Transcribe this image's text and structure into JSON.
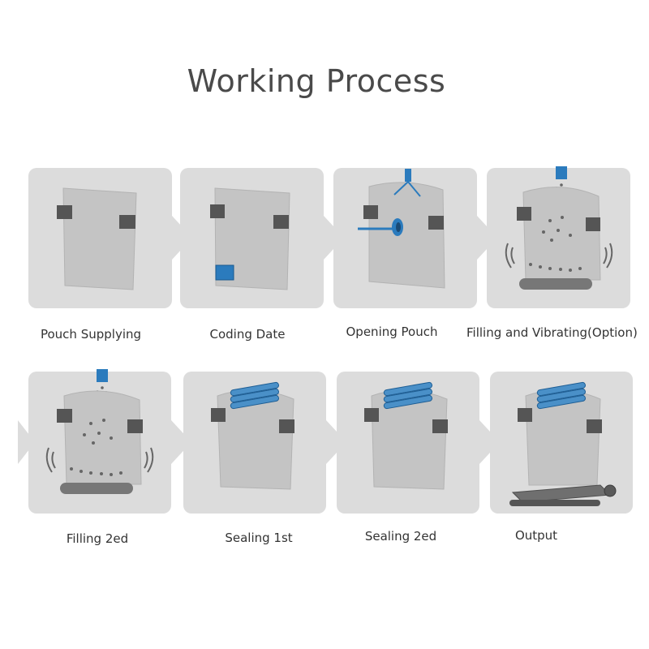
{
  "title": "Working Process",
  "colors": {
    "panel": "#dcdcdc",
    "pouch": "#c4c4c4",
    "clip": "#555555",
    "accent": "#2b7bbd"
  },
  "steps": [
    {
      "label": "Pouch Supplying",
      "icon": "flat-pouch-icon"
    },
    {
      "label": "Coding Date",
      "icon": "date-coder-icon"
    },
    {
      "label": "Opening Pouch",
      "icon": "suction-opener-icon"
    },
    {
      "label": "Filling and Vibrating(Option)",
      "icon": "filling-vibrating-icon"
    },
    {
      "label": "Filling 2ed",
      "icon": "second-filling-icon"
    },
    {
      "label": "Sealing 1st",
      "icon": "first-sealing-icon"
    },
    {
      "label": "Sealing 2ed",
      "icon": "second-sealing-icon"
    },
    {
      "label": "Output",
      "icon": "output-conveyor-icon"
    }
  ]
}
